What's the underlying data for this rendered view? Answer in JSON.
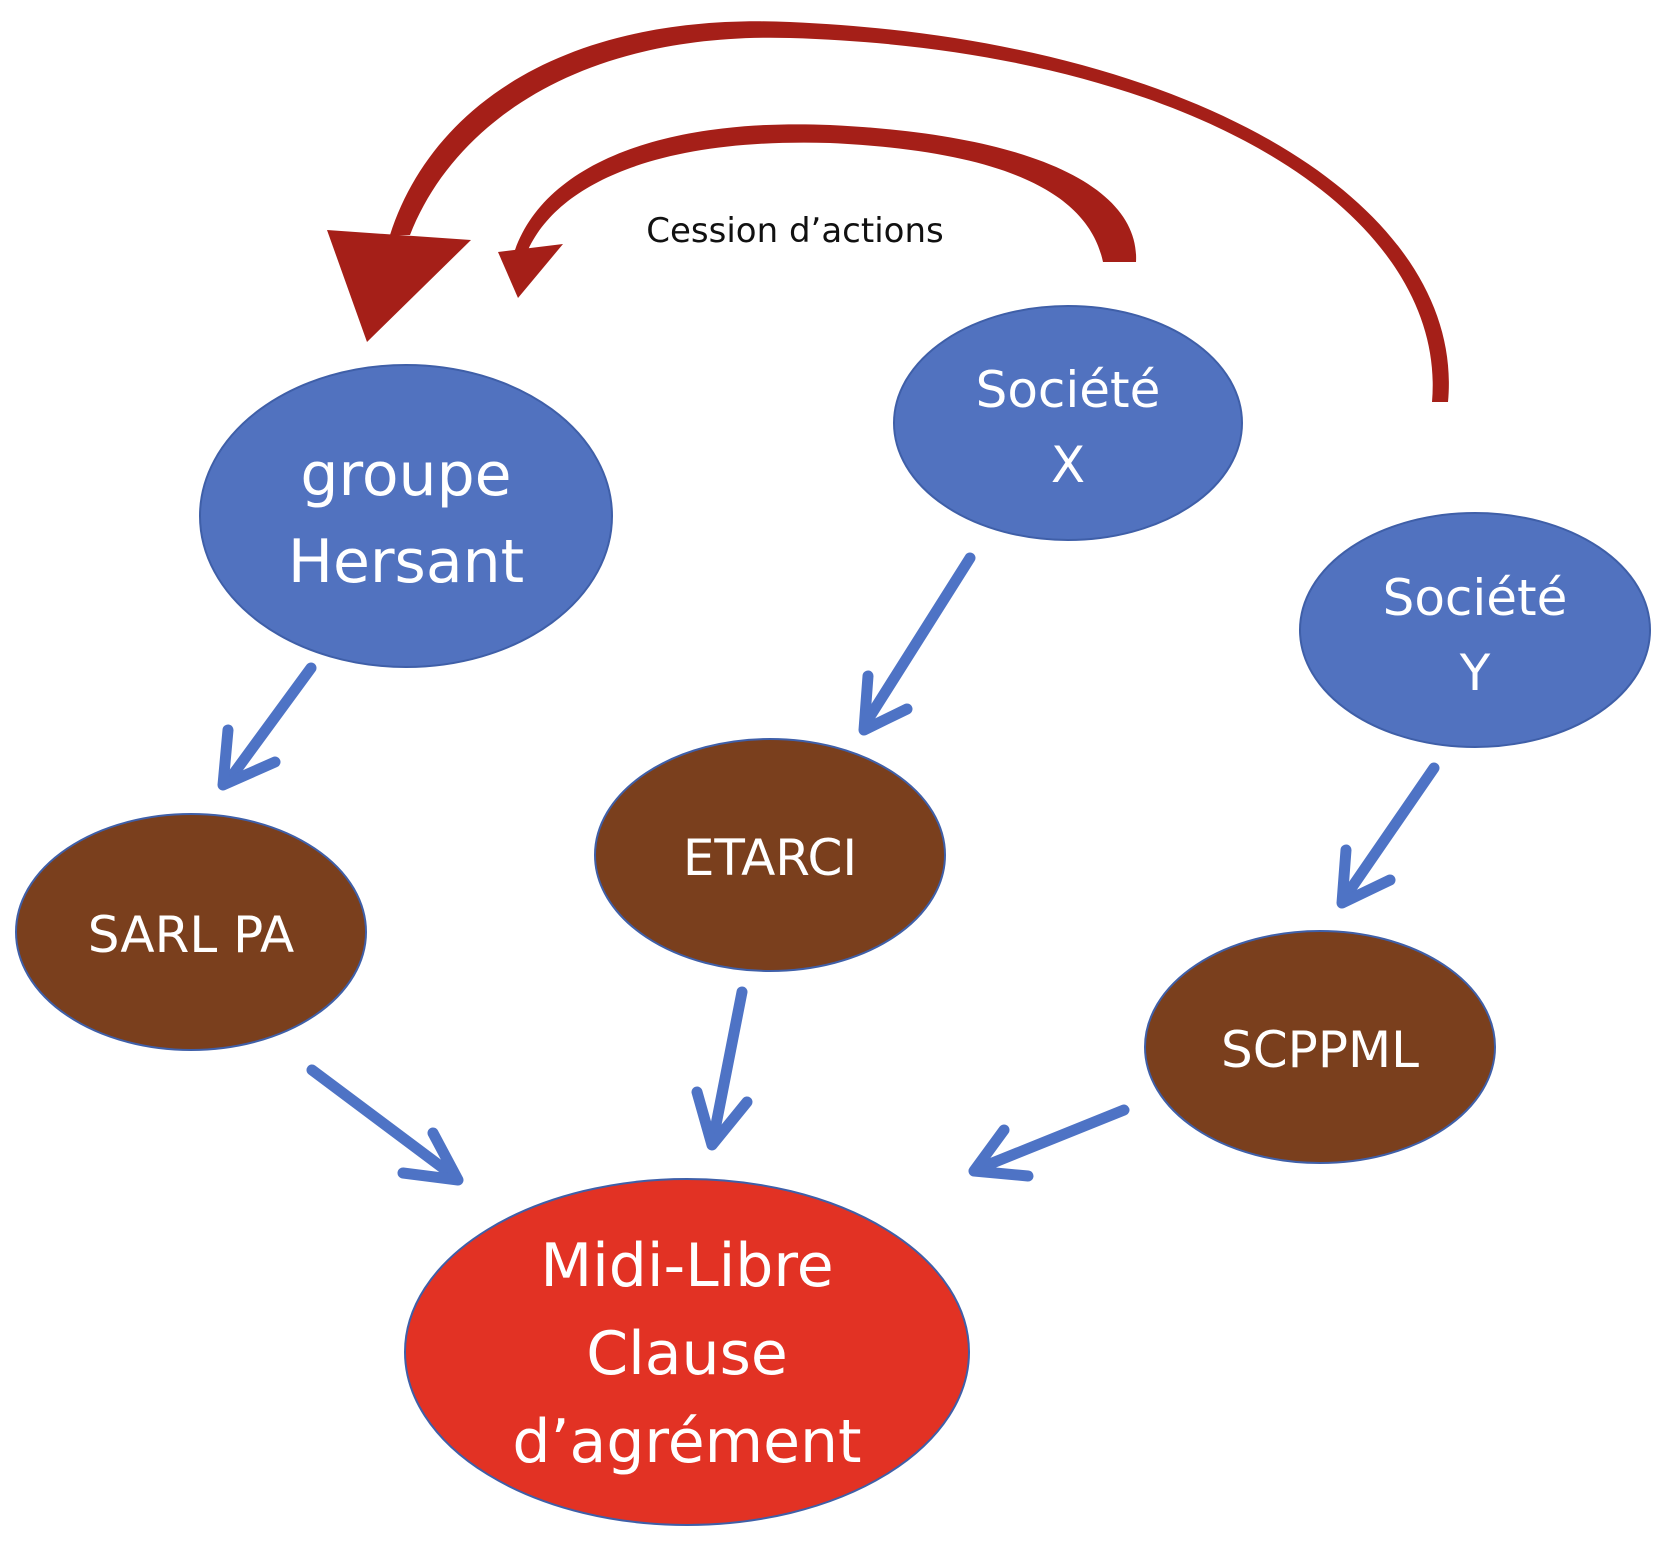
{
  "colors": {
    "blue_node": "#5172BF",
    "blue_stroke": "#3F5FA8",
    "brown_node": "#7A3F1D",
    "brown_stroke": "#3F5FA8",
    "red_node": "#E23224",
    "red_stroke": "#3F5FA8",
    "blue_arrow": "#4E73C5",
    "red_arrow": "#A51F18",
    "background": "#FFFFFF"
  },
  "nodes": {
    "hersant": {
      "line1": "groupe",
      "line2": "Hersant"
    },
    "societe_x": {
      "line1": "Société",
      "line2": "X"
    },
    "societe_y": {
      "line1": "Société",
      "line2": "Y"
    },
    "sarl_pa": {
      "label": "SARL PA"
    },
    "etarci": {
      "label": "ETARCI"
    },
    "scppml": {
      "label": "SCPPML"
    },
    "midi_libre": {
      "line1": "Midi-Libre",
      "line2": "Clause",
      "line3": "d’agrément"
    }
  },
  "edges": [
    {
      "from": "groupe Hersant",
      "to": "SARL PA",
      "kind": "ownership"
    },
    {
      "from": "Société X",
      "to": "ETARCI",
      "kind": "ownership"
    },
    {
      "from": "Société Y",
      "to": "SCPPML",
      "kind": "ownership"
    },
    {
      "from": "SARL PA",
      "to": "Midi-Libre",
      "kind": "ownership"
    },
    {
      "from": "ETARCI",
      "to": "Midi-Libre",
      "kind": "ownership"
    },
    {
      "from": "SCPPML",
      "to": "Midi-Libre",
      "kind": "ownership"
    },
    {
      "from": "Société X",
      "to": "groupe Hersant",
      "kind": "transfer"
    },
    {
      "from": "Société Y",
      "to": "groupe Hersant",
      "kind": "transfer"
    }
  ],
  "annotation": {
    "transfer_label": "Cession d’actions"
  }
}
